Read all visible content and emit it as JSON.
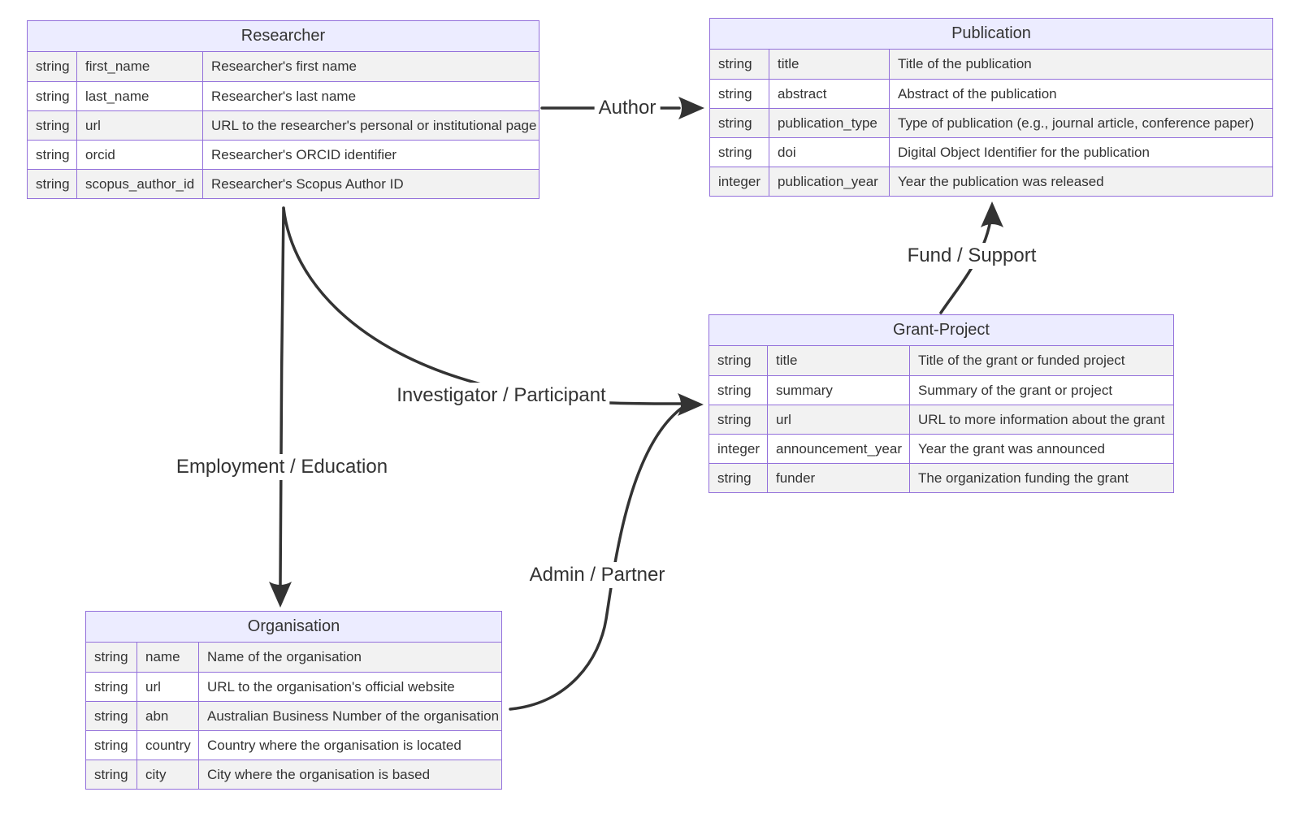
{
  "diagram": {
    "type": "entity-relationship",
    "colors": {
      "entity_header_bg": "#ECECFF",
      "entity_border": "#9370DB",
      "row_bg_odd": "#ffffff",
      "row_bg_even": "#f2f2f2",
      "text": "#333333",
      "line": "#333333"
    }
  },
  "entities": {
    "researcher": {
      "title": "Researcher",
      "rows": [
        {
          "type": "string",
          "name": "first_name",
          "desc": "Researcher's first name"
        },
        {
          "type": "string",
          "name": "last_name",
          "desc": "Researcher's last name"
        },
        {
          "type": "string",
          "name": "url",
          "desc": "URL to the researcher's personal or institutional page"
        },
        {
          "type": "string",
          "name": "orcid",
          "desc": "Researcher's ORCID identifier"
        },
        {
          "type": "string",
          "name": "scopus_author_id",
          "desc": "Researcher's Scopus Author ID"
        }
      ]
    },
    "publication": {
      "title": "Publication",
      "rows": [
        {
          "type": "string",
          "name": "title",
          "desc": "Title of the publication"
        },
        {
          "type": "string",
          "name": "abstract",
          "desc": "Abstract of the publication"
        },
        {
          "type": "string",
          "name": "publication_type",
          "desc": "Type of publication (e.g., journal article, conference paper)"
        },
        {
          "type": "string",
          "name": "doi",
          "desc": "Digital Object Identifier for the publication"
        },
        {
          "type": "integer",
          "name": "publication_year",
          "desc": "Year the publication was released"
        }
      ]
    },
    "grant_project": {
      "title": "Grant-Project",
      "rows": [
        {
          "type": "string",
          "name": "title",
          "desc": "Title of the grant or funded project"
        },
        {
          "type": "string",
          "name": "summary",
          "desc": "Summary of the grant or project"
        },
        {
          "type": "string",
          "name": "url",
          "desc": "URL to more information about the grant"
        },
        {
          "type": "integer",
          "name": "announcement_year",
          "desc": "Year the grant was announced"
        },
        {
          "type": "string",
          "name": "funder",
          "desc": "The organization funding the grant"
        }
      ]
    },
    "organisation": {
      "title": "Organisation",
      "rows": [
        {
          "type": "string",
          "name": "name",
          "desc": "Name of the organisation"
        },
        {
          "type": "string",
          "name": "url",
          "desc": "URL to the organisation's official website"
        },
        {
          "type": "string",
          "name": "abn",
          "desc": "Australian Business Number of the organisation"
        },
        {
          "type": "string",
          "name": "country",
          "desc": "Country where the organisation is located"
        },
        {
          "type": "string",
          "name": "city",
          "desc": "City where the organisation is based"
        }
      ]
    }
  },
  "relationships": {
    "author": {
      "label": "Author",
      "from": "Researcher",
      "to": "Publication"
    },
    "fund_support": {
      "label": "Fund / Support",
      "from": "Grant-Project",
      "to": "Publication"
    },
    "investigator_participant": {
      "label": "Investigator / Participant",
      "from": "Researcher",
      "to": "Grant-Project"
    },
    "employment_education": {
      "label": "Employment / Education",
      "from": "Researcher",
      "to": "Organisation"
    },
    "admin_partner": {
      "label": "Admin / Partner",
      "from": "Organisation",
      "to": "Grant-Project"
    }
  }
}
